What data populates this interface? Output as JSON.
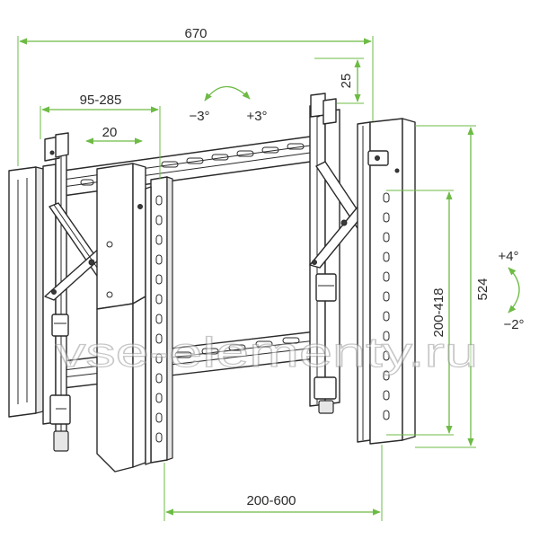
{
  "dimensions": {
    "overall_width": "670",
    "top_height": "25",
    "adjust_range": "95-285",
    "shift": "20",
    "tilt_left": "−3°",
    "tilt_right": "+3°",
    "tilt_up": "+4°",
    "tilt_down": "−2°",
    "vertical_range": "200-418",
    "overall_height": "524",
    "horizontal_range": "200-600"
  },
  "watermark": "vse-elementy.ru",
  "colors": {
    "dimension_line": "#6dbb45",
    "line_art": "#2a2a2a",
    "background": "#ffffff"
  }
}
